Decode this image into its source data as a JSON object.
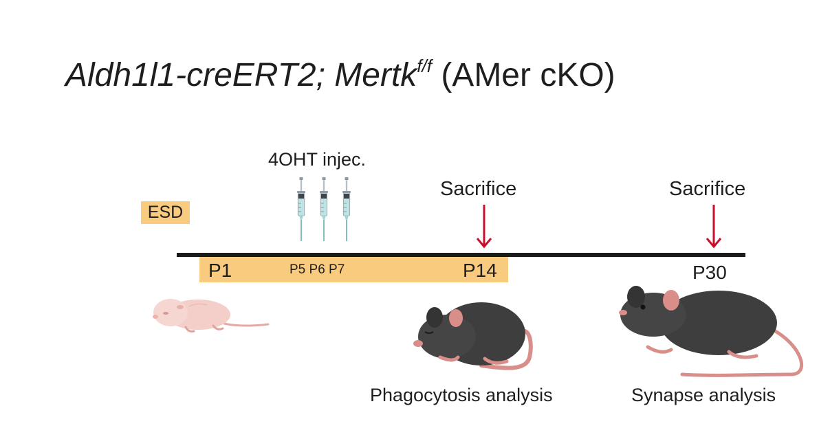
{
  "title": {
    "genotype_italic": "Aldh1l1-creERT2; Mertk",
    "superscript": "f/f",
    "model_name": "(AMer cKO)"
  },
  "esd": {
    "tag_label": "ESD",
    "color": "#f9cb7f"
  },
  "injection": {
    "label": "4OHT injec.",
    "syringe_count": 3
  },
  "timepoints": {
    "p1": "P1",
    "p5_p7": "P5 P6 P7",
    "p14": "P14",
    "p30": "P30"
  },
  "sacrifice": {
    "p14_label": "Sacrifice",
    "p30_label": "Sacrifice",
    "arrow_color": "#c8102e"
  },
  "analyses": {
    "p14": "Phagocytosis analysis",
    "p30": "Synapse analysis"
  },
  "icons": {
    "syringe": "syringe-icon",
    "pup": "neonatal-mouse-pup-icon",
    "juvenile": "juvenile-mouse-icon",
    "adult": "adult-mouse-icon"
  }
}
